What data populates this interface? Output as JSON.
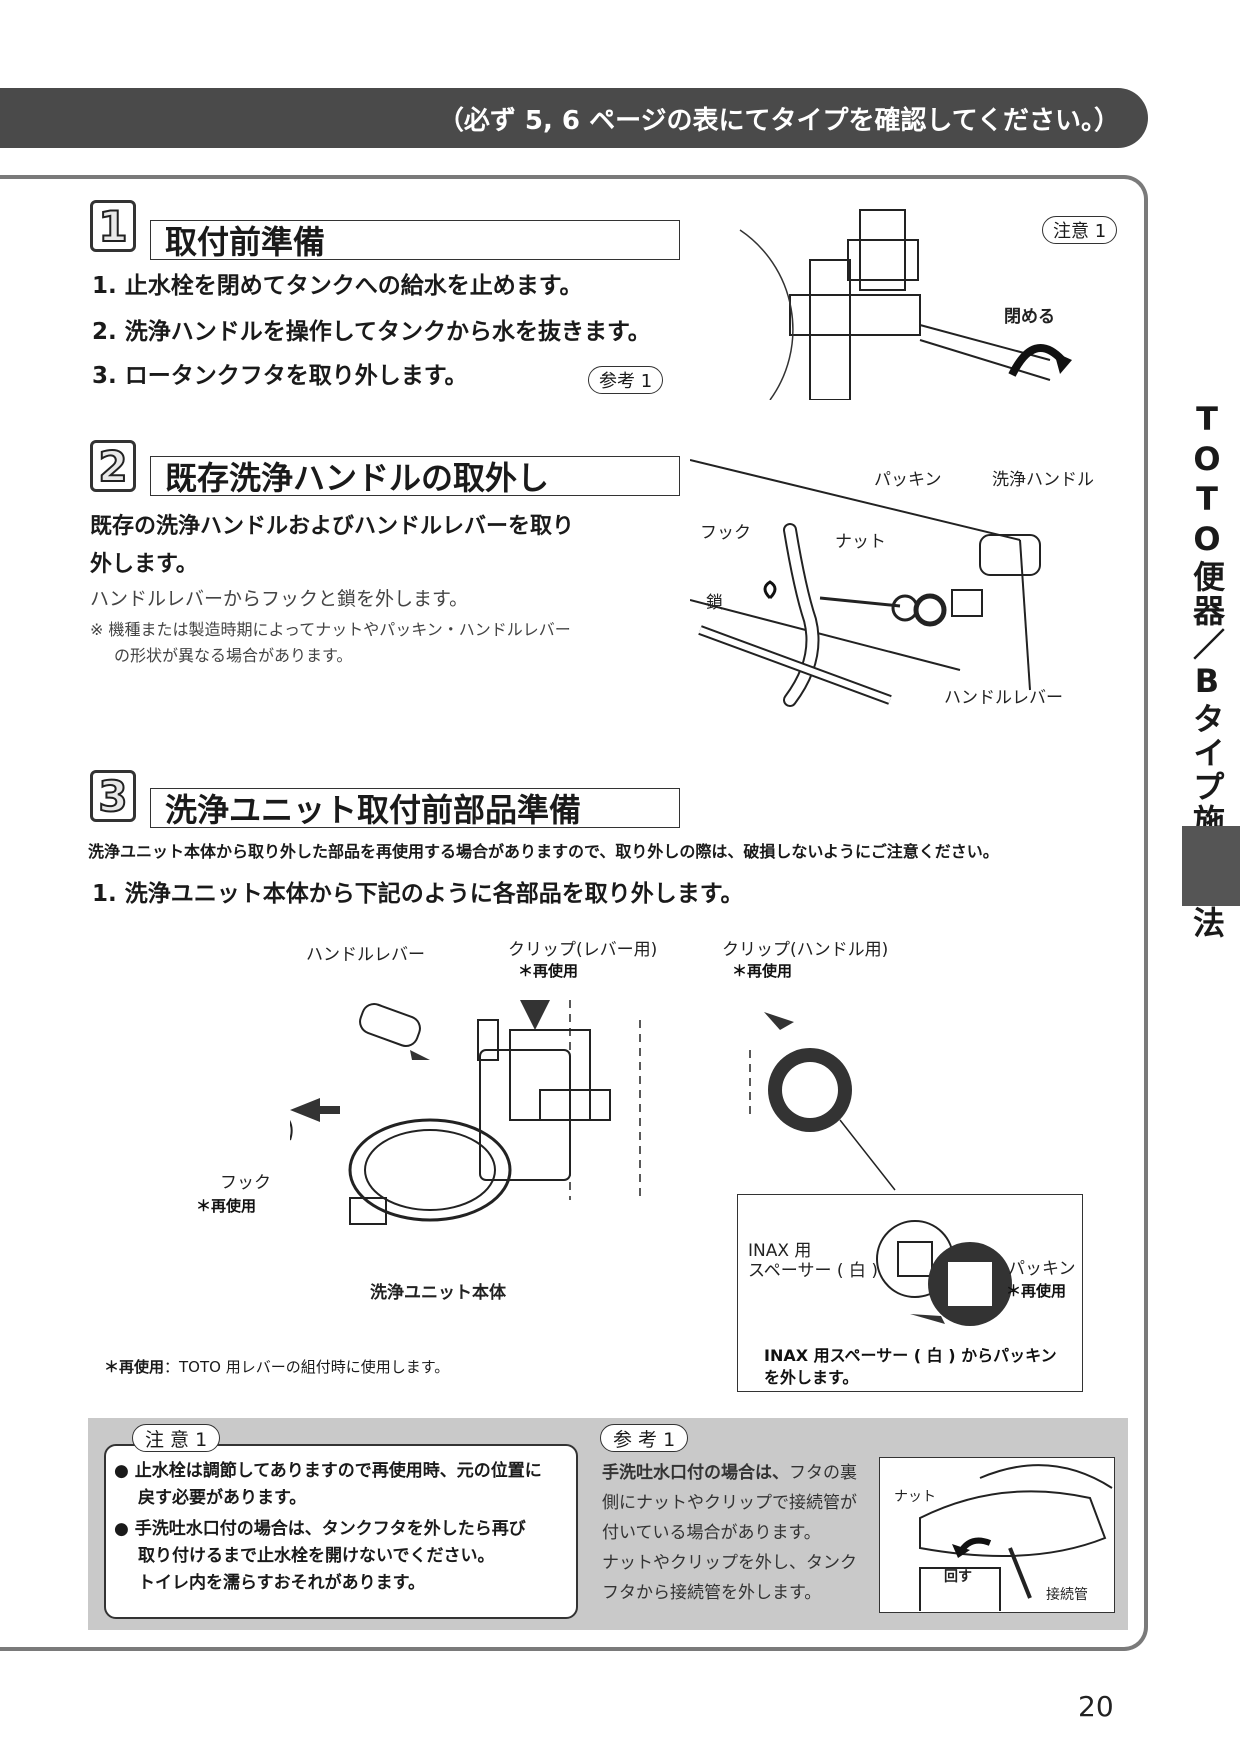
{
  "header": {
    "note": "（必ず 5, 6 ページの表にてタイプを確認してください。）"
  },
  "side": {
    "title": "TOTO便器／Bタイプ施工方法"
  },
  "step1": {
    "number": "1",
    "title": "取付前準備",
    "lines": [
      "1. 止水栓を閉めてタンクへの給水を止めます。",
      "2. 洗浄ハンドルを操作してタンクから水を抜きます。",
      "3. ロータンクフタを取り外します。"
    ],
    "ref_badge": "参考 1",
    "caution_badge": "注意 1",
    "figure_label": "閉める"
  },
  "step2": {
    "number": "2",
    "title": "既存洗浄ハンドルの取外し",
    "lead1": "既存の洗浄ハンドルおよびハンドルレバーを取り",
    "lead2": "外します。",
    "sub": "ハンドルレバーからフックと鎖を外します。",
    "note1": "※ 機種または製造時期によってナットやパッキン・ハンドルレバー",
    "note2": "の形状が異なる場合があります。",
    "labels": {
      "packing": "パッキン",
      "handle": "洗浄ハンドル",
      "hook": "フック",
      "nut": "ナット",
      "chain": "鎖",
      "lever": "ハンドルレバー"
    }
  },
  "step3": {
    "number": "3",
    "title": "洗浄ユニット取付前部品準備",
    "intro": "洗浄ユニット本体から取り外した部品を再使用する場合がありますので、取り外しの際は、破損しないようにご注意ください。",
    "line1": "1. 洗浄ユニット本体から下記のように各部品を取り外します。",
    "labels": {
      "lever": "ハンドルレバー",
      "clip_lever": "クリップ(レバー用)",
      "clip_handle": "クリップ(ハンドル用)",
      "reuse": "＊再使用",
      "hook": "フック",
      "unit": "洗浄ユニット本体",
      "inax_spacer1": "INAX 用",
      "inax_spacer2": "スペーサー ( 白 )",
      "packing": "パッキン",
      "inax_note1": "INAX 用スペーサー ( 白 ) からパッキン",
      "inax_note2": "を外します。"
    },
    "footnote_mark": "＊再使用",
    "footnote": "：TOTO 用レバーの組付時に使用します。"
  },
  "caution": {
    "title": "注 意 1",
    "b1a": "止水栓は調節してありますので再使用時、元の位置に",
    "b1b": "戻す必要があります。",
    "b2a": "手洗吐水口付の場合は、タンクフタを外したら再び",
    "b2b": "取り付けるまで止水栓を開けないでください。",
    "b2c": "トイレ内を濡らすおそれがあります。"
  },
  "reference": {
    "title": "参 考 1",
    "l1a": "手洗吐水口付の場合は、",
    "l1b": "フタの裏",
    "l2": "側にナットやクリップで接続管が",
    "l3": "付いている場合があります。",
    "l4": "ナットやクリップを外し、タンク",
    "l5": "フタから接続管を外します。",
    "fig_nut": "ナット",
    "fig_turn": "回す",
    "fig_pipe": "接続管"
  },
  "page": {
    "number": "20"
  }
}
